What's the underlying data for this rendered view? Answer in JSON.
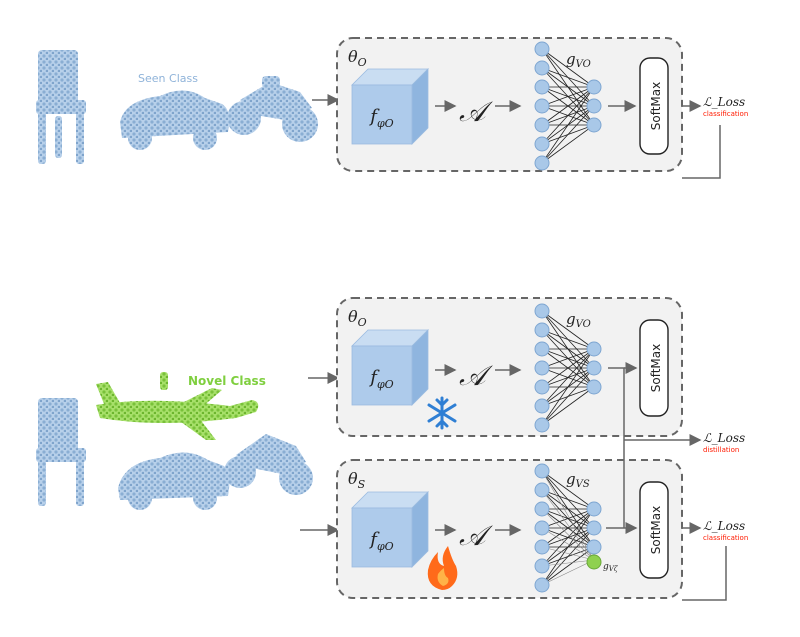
{
  "colors": {
    "pointcloud": "#9fbfdf",
    "novel_object": "#8fd14f",
    "novel_label": "#7fcf3f",
    "loss_red": "#ff1a00",
    "box_fill": "#f2f2f2",
    "box_border": "#666666",
    "cube_front": "#aecbeb",
    "neuron": "#a9c8e8",
    "special_neuron": "#8fd14f",
    "snowflake": "#2f7fd4",
    "flame": "#ff6a1a"
  },
  "top_branch": {
    "theta": "θO",
    "encoder": "fφO",
    "aggregator": "𝒜",
    "classifier": "gVO",
    "softmax": "SoftMax",
    "seen_label": "Seen Class",
    "loss_main": "ℒ_Loss",
    "loss_sub": "classification"
  },
  "bottom_old": {
    "theta": "θO",
    "encoder": "fφO",
    "aggregator": "𝒜",
    "classifier": "gVO",
    "softmax": "SoftMax",
    "freeze_icon": "snowflake-icon"
  },
  "bottom_new": {
    "theta": "θS",
    "encoder": "fφO",
    "aggregator": "𝒜",
    "classifier": "gVS",
    "new_neuron": "gVζ",
    "softmax": "SoftMax",
    "train_icon": "flame-icon"
  },
  "novel_label": "Novel Class",
  "loss_mid_main": "ℒ_Loss",
  "loss_mid_sub": "distillation",
  "loss_bottom_main": "ℒ_Loss",
  "loss_bottom_sub": "classification"
}
